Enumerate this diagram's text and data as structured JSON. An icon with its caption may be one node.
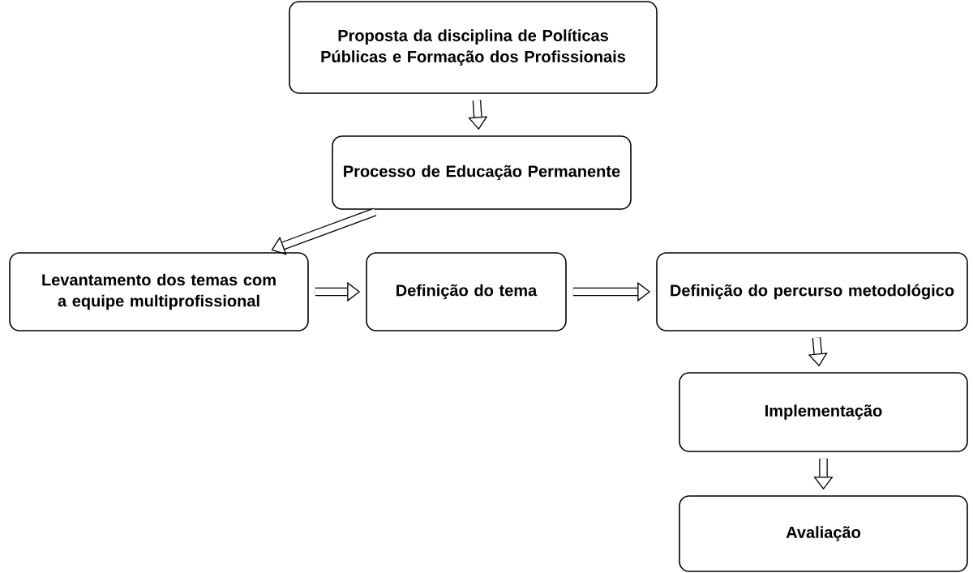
{
  "diagram": {
    "nodes": [
      {
        "text": [
          "Proposta da disciplina de Políticas Públicas e Formação dos Profissionais"
        ]
      },
      {
        "text": [
          "Processo de Educação Permanente"
        ]
      },
      {
        "text": [
          "Levantamento dos temas com a equipe multiprofissional"
        ]
      },
      {
        "text": [
          "Definição do tema"
        ]
      },
      {
        "text": [
          "Definição do percurso metodológico"
        ]
      },
      {
        "text": [
          "Implementação"
        ]
      },
      {
        "text": [
          "Avaliação"
        ]
      }
    ],
    "edges": [
      {
        "from": 0,
        "to": 1,
        "arrow": "to"
      },
      {
        "from": 1,
        "to": 2,
        "arrow": "to"
      },
      {
        "from": 2,
        "to": 3,
        "arrow": "to"
      },
      {
        "from": 3,
        "to": 4,
        "arrow": "to"
      },
      {
        "from": 4,
        "to": 5,
        "arrow": "to"
      },
      {
        "from": 5,
        "to": 6,
        "arrow": "to"
      }
    ]
  }
}
